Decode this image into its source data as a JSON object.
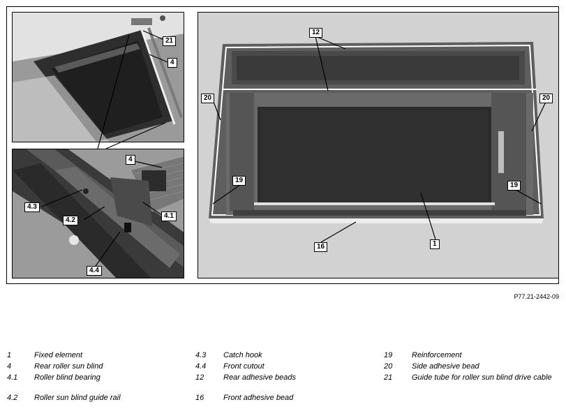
{
  "figure": {
    "reference": "P77.21-2442-09",
    "callouts": {
      "photo_a": [
        "21",
        "4"
      ],
      "photo_b": [
        "4",
        "4.3",
        "4.2",
        "4.1",
        "4.4"
      ],
      "photo_c": [
        "12",
        "20",
        "20",
        "19",
        "19",
        "16",
        "1"
      ]
    }
  },
  "legend": {
    "col1": [
      {
        "num": "1",
        "text": "Fixed element"
      },
      {
        "num": "4",
        "text": "Rear roller sun blind"
      },
      {
        "num": "4.1",
        "text": "Roller blind bearing"
      },
      {
        "num": "4.2",
        "text": "Roller sun blind guide rail"
      }
    ],
    "col2": [
      {
        "num": "4.3",
        "text": "Catch hook"
      },
      {
        "num": "4.4",
        "text": "Front cutout"
      },
      {
        "num": "12",
        "text": "Rear adhesive beads"
      },
      {
        "num": "16",
        "text": "Front adhesive bead"
      }
    ],
    "col3": [
      {
        "num": "19",
        "text": "Reinforcement"
      },
      {
        "num": "20",
        "text": "Side adhesive bead"
      },
      {
        "num": "21",
        "text": "Guide tube for roller sun blind drive cable"
      }
    ]
  }
}
